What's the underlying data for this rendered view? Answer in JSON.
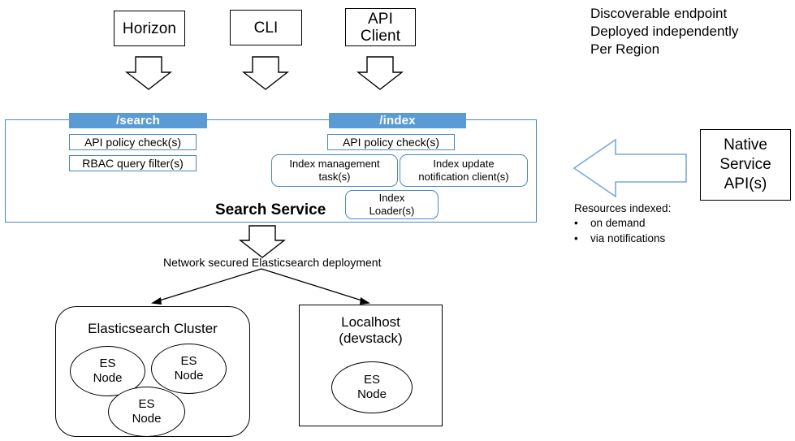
{
  "diagram": {
    "clients": [
      {
        "id": "horizon",
        "label": "Horizon"
      },
      {
        "id": "cli",
        "label": "CLI"
      },
      {
        "id": "api-client",
        "label": "API\nClient"
      }
    ],
    "panel": {
      "service_label": "Search Service",
      "search_tab": {
        "label": "/search",
        "items": [
          "API policy check(s)",
          "RBAC query filter(s)"
        ]
      },
      "index_tab": {
        "label": "/index",
        "policy_item": "API policy check(s)",
        "items": [
          "Index  management\ntask(s)",
          "Index update\nnotification client(s)",
          "Index\nLoader(s)"
        ]
      }
    },
    "notes": {
      "endpoint": "Discoverable endpoint\nDeployed independently\nPer Region",
      "resources_title": "Resources indexed:",
      "resources_bullets": [
        "on demand",
        "via notifications"
      ],
      "bullet_glyph": "•"
    },
    "native_service": {
      "label": "Native\nService\nAPI(s)"
    },
    "deployment_caption": "Network secured Elasticsearch deployment",
    "cluster": {
      "title": "Elasticsearch Cluster",
      "nodes": [
        "ES\nNode",
        "ES\nNode",
        "ES\nNode"
      ]
    },
    "localhost": {
      "title": "Localhost\n(devstack)",
      "nodes": [
        "ES\nNode"
      ]
    },
    "colors": {
      "accent_blue": "#5b9bd5",
      "border_blue": "#4a86c5",
      "black": "#000000",
      "white": "#ffffff"
    }
  }
}
